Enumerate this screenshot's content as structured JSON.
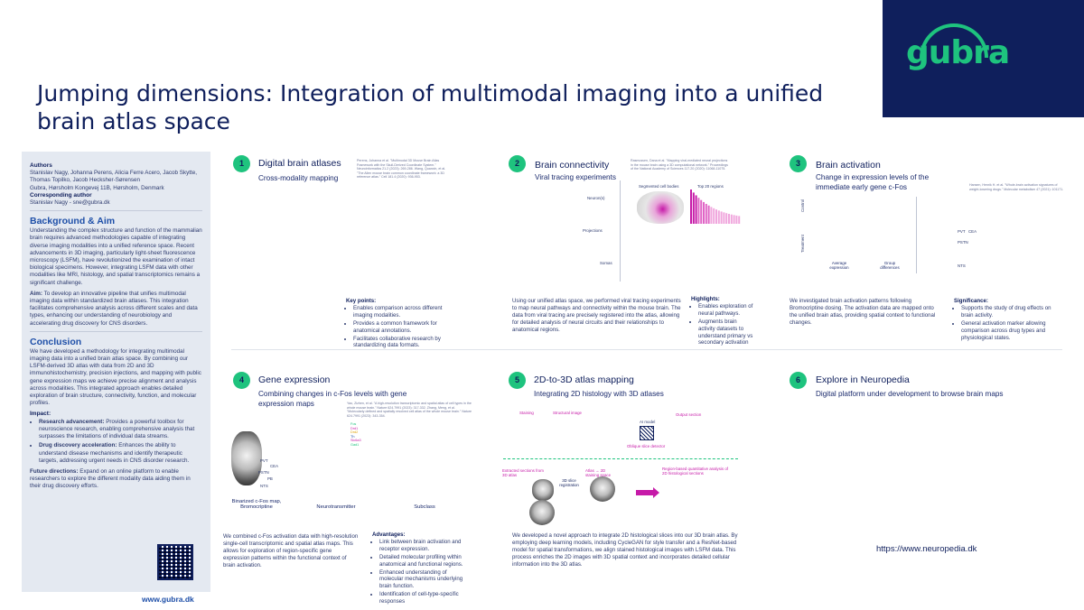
{
  "header": {
    "title": "Jumping dimensions: Integration of multimodal imaging into a unified brain atlas space",
    "logo_text": "gubra"
  },
  "sidebar": {
    "authors_label": "Authors",
    "authors": "Stanislav Nagy, Johanna Perens, Alicia Ferre Acero, Jacob Skytte, Thomas Topilko, Jacob Hecksher-Sørensen",
    "affiliation": "Gubra, Hørsholm Kongevej 11B, Hørsholm, Denmark",
    "corresponding_label": "Corresponding author",
    "corresponding": "Stanislav Nagy - sne@gubra.dk",
    "background_heading": "Background & Aim",
    "background_text": "Understanding the complex structure and function of the mammalian brain requires advanced methodologies capable of integrating diverse imaging modalities into a unified reference space. Recent advancements in 3D imaging, particularly light-sheet fluorescence microscopy (LSFM), have revolutionized the examination of intact biological specimens. However, integrating LSFM data with other modalities like MRI, histology, and spatial transcriptomics remains a significant challenge.",
    "aim_label": "Aim:",
    "aim_text": "To develop an innovative pipeline that unifies multimodal imaging data within standardized brain atlases. This integration facilitates comprehensive analysis across different scales and data types, enhancing our understanding of neurobiology and accelerating drug discovery for CNS disorders.",
    "conclusion_heading": "Conclusion",
    "conclusion_text": "We have developed a methodology for integrating multimodal imaging data into a unified brain atlas space. By combining our LSFM-derived 3D atlas with data from 2D and 3D immunohistochemistry, precision injections, and mapping with public gene expression maps we achieve precise alignment and analysis across modalities. This integrated approach enables detailed exploration of brain structure, connectivity, function, and molecular profiles.",
    "impact_label": "Impact:",
    "impact_items": [
      {
        "label": "Research advancement:",
        "text": "Provides a powerful toolbox for neuroscience research, enabling comprehensive analysis that surpasses the limitations of individual data streams."
      },
      {
        "label": "Drug discovery acceleration:",
        "text": "Enhances the ability to understand disease mechanisms and identify therapeutic targets, addressing urgent needs in CNS disorder research."
      }
    ],
    "future_label": "Future directions:",
    "future_text": "Expand on an online platform to enable researchers to explore the different modality data aiding them in their drug discovery efforts.",
    "url": "www.gubra.dk"
  },
  "sections": [
    {
      "num": "1",
      "title": "Digital brain atlases",
      "subtitle": "Cross-modality mapping",
      "ref": "Perens, Johanna et al. \"Multimodal 3D Mouse Brain Atlas Framework with the Skull-Derived Coordinate System.\" Neuroinformatics 21.2 (2023): 269-286. Wang, Quanxin, et al. \"The Allen mouse brain common coordinate framework: a 3D reference atlas.\" Cell 181.4 (2020): 936-953.",
      "kp_title": "Key points:",
      "kp_items": [
        "Enables comparison across different imaging modalities.",
        "Provides a common framework for anatomical annotations.",
        "Facilitates collaborative research by standardizing data formats."
      ]
    },
    {
      "num": "2",
      "title": "Brain connectivity",
      "subtitle": "Viral tracing experiments",
      "ref": "Rasmussen, Dana et al. \"Mapping viral-mediated neural projections in the mouse brain using a 3D computational network.\" Proceedings of the National Academy of Sciences 117.20 (2020): 11068-11075.",
      "row_labels": [
        "Neuron(s)",
        "Projections",
        "Somas"
      ],
      "chart_title_left": "Segmented cell bodies",
      "chart_title_right": "Top 20 regions",
      "body": "Using our unified atlas space, we performed viral tracing experiments to map neural pathways and connectivity within the mouse brain. The data from viral tracing are precisely registered into the atlas, allowing for detailed analysis of neural circuits and their relationships to anatomical regions.",
      "hl_title": "Highlights:",
      "hl_items": [
        "Enables exploration of neural pathways.",
        "Augments brain activity datasets to understand primary vs secondary activation"
      ]
    },
    {
      "num": "3",
      "title": "Brain activation",
      "subtitle": "Change in expression levels of the immediate early gene c-Fos",
      "ref": "Hansen, Henrik H. et al. \"Whole-brain activation signatures of weight-lowering drugs.\" Molecular metabolism 47 (2021): 101171.",
      "axis_labels": [
        "Control",
        "Treatment"
      ],
      "col_labels": [
        "Average expression",
        "Group differences"
      ],
      "region_labels": [
        "PVT",
        "CEA",
        "PSTN",
        "NTS"
      ],
      "body": "We investigated brain activation patterns following Bromocriptine dosing. The activation data are mapped onto the unified brain atlas, providing spatial context to functional changes.",
      "sig_title": "Significance:",
      "sig_items": [
        "Supports the study of drug effects on brain activity.",
        "General activation marker allowing comparison across drug types and physiological states."
      ]
    },
    {
      "num": "4",
      "title": "Gene expression",
      "subtitle": "Combining changes in c-Fos levels with gene expression maps",
      "ref": "Yao, Zizhen, et al. \"A high-resolution transcriptomic and spatial atlas of cell types in the whole mouse brain.\" Nature 624.7991 (2023): 317-332. Zhang, Meng, et al. \"Molecularly defined and spatially resolved cell atlas of the whole mouse brain.\" Nature 624.7991 (2023): 343-354.",
      "legend_items": [
        "Fos",
        "Drd1",
        "Drd2",
        "Th",
        "Slc6a3",
        "Gad1"
      ],
      "region_labels": [
        "PVT",
        "CEA",
        "PSTN",
        "PB",
        "NTS"
      ],
      "panel_labels": [
        "Binarized c-Fos map, Bromocriptine",
        "Neurotransmitter",
        "Subclass"
      ],
      "body": "We combined c-Fos activation data with high-resolution single-cell transcriptomic and spatial atlas maps. This allows for exploration of region-specific gene expression patterns within the functional context of brain activation.",
      "adv_title": "Advantages:",
      "adv_items": [
        "Link between brain activation and receptor expression.",
        "Detailed molecular profiling within anatomical and functional regions.",
        "Enhanced understanding of molecular mechanisms underlying brain function.",
        "Identification of cell-type-specific responses"
      ]
    },
    {
      "num": "5",
      "title": "2D-to-3D atlas mapping",
      "subtitle": "Integrating 2D histology with 3D atlases",
      "flow_labels": [
        "Staining",
        "Structural image",
        "AI model",
        "Output section",
        "Oblique slice detector",
        "Extracted sections from 3D atlas",
        "3D slice registration",
        "Atlas → 2D staining space",
        "Region-based quantitative analysis of 2D histological sections"
      ],
      "body": "We developed a novel approach to integrate 2D histological slices into our 3D brain atlas. By employing deep learning models, including CycleGAN for style transfer and a ResNet-based model for spatial transformations, we align stained histological images with LSFM data. This process enriches the 2D images with 3D spatial context and incorporates detailed cellular information into the 3D atlas."
    },
    {
      "num": "6",
      "title": "Explore in Neuropedia",
      "subtitle": "Digital platform under development to browse brain maps",
      "url": "https://www.neuropedia.dk"
    }
  ],
  "colors": {
    "navy": "#0f1f5c",
    "green": "#1ec37e",
    "magenta": "#c61aa8",
    "sidebar_bg": "#e4e9f1"
  }
}
